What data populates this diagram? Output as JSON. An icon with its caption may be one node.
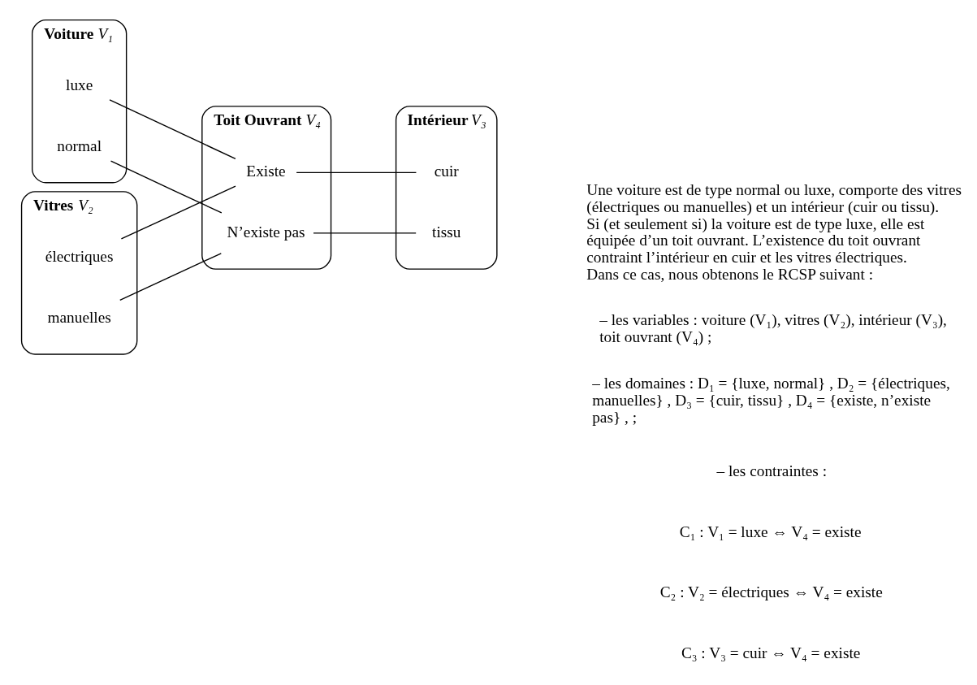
{
  "diagram": {
    "nodes": [
      {
        "text": [
          "Voiture",
          "V₁"
        ]
      },
      {
        "text": [
          "luxe"
        ],
        "in": 0
      },
      {
        "text": [
          "normal"
        ],
        "in": 0
      },
      {
        "text": [
          "Vitres",
          "V₂"
        ]
      },
      {
        "text": [
          "électriques"
        ],
        "in": 3
      },
      {
        "text": [
          "manuelles"
        ],
        "in": 3
      },
      {
        "text": [
          "Toit Ouvrant",
          "V₄"
        ]
      },
      {
        "text": [
          "Existe"
        ],
        "in": 6
      },
      {
        "text": [
          "N’existe pas"
        ],
        "in": 6
      },
      {
        "text": [
          "Intérieur",
          "V₃"
        ]
      },
      {
        "text": [
          "cuir"
        ],
        "in": 9
      },
      {
        "text": [
          "tissu"
        ],
        "in": 9
      }
    ],
    "edges": [
      {
        "from": 1,
        "to": 7,
        "arrow": "none"
      },
      {
        "from": 2,
        "to": 8,
        "arrow": "none"
      },
      {
        "from": 4,
        "to": 7,
        "arrow": "none"
      },
      {
        "from": 5,
        "to": 8,
        "arrow": "none"
      },
      {
        "from": 7,
        "to": 10,
        "arrow": "none"
      },
      {
        "from": 8,
        "to": 11,
        "arrow": "none"
      }
    ],
    "labels": [
      "Une voiture est de type normal ou luxe, comporte des vitres (électriques ou manuelles) et un intérieur (cuir ou tissu). Si (et seulement si) la voiture est de type luxe, elle est équipée d’un toit ouvrant. L’existence du toit ouvrant contraint l’intérieur en cuir et les vitres électriques. Dans ce cas, nous obtenons le RCSP suivant :",
      "– les variables : voiture (V₁), vitres (V₂), intérieur (V₃), toit ouvrant (V₄) ;",
      "– les domaines : D₁ = {luxe, normal} , D₂ = {électriques, manuelles} , D₃ = {cuir, tissu} , D₄ = {existe, n’existe pas} , ;",
      "– les contraintes :",
      "C₁ : V₁ = luxe ⇔ V₄ = existe",
      "C₂ : V₂ = électriques ⇔ V₄ = existe",
      "C₃ : V₃ = cuir ⇔ V₄ = existe"
    ]
  }
}
